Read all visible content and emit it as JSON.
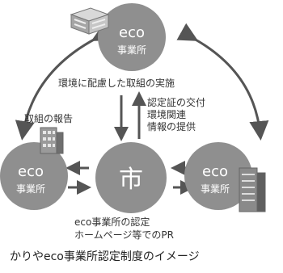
{
  "diagram": {
    "top_office": {
      "line1": "eco",
      "line2": "事業所"
    },
    "left_office": {
      "line1": "eco",
      "line2": "事業所"
    },
    "right_office": {
      "line1": "eco",
      "line2": "事業所"
    },
    "city": {
      "label": "市"
    },
    "label_practice": "環境に配慮した取組の実施",
    "label_report": "取組の報告",
    "label_city_support": [
      "認定証の交付",
      "環境関連",
      "情報の提供"
    ],
    "label_city_pr": [
      "eco事業所の認定",
      "ホームページ等でのPR"
    ],
    "caption": "かりやeco事業所認定制度のイメージ"
  },
  "colors": {
    "circle": "#8f8f8f",
    "arrow": "#555555",
    "text": "#333333",
    "building": "#9a9a9a"
  }
}
